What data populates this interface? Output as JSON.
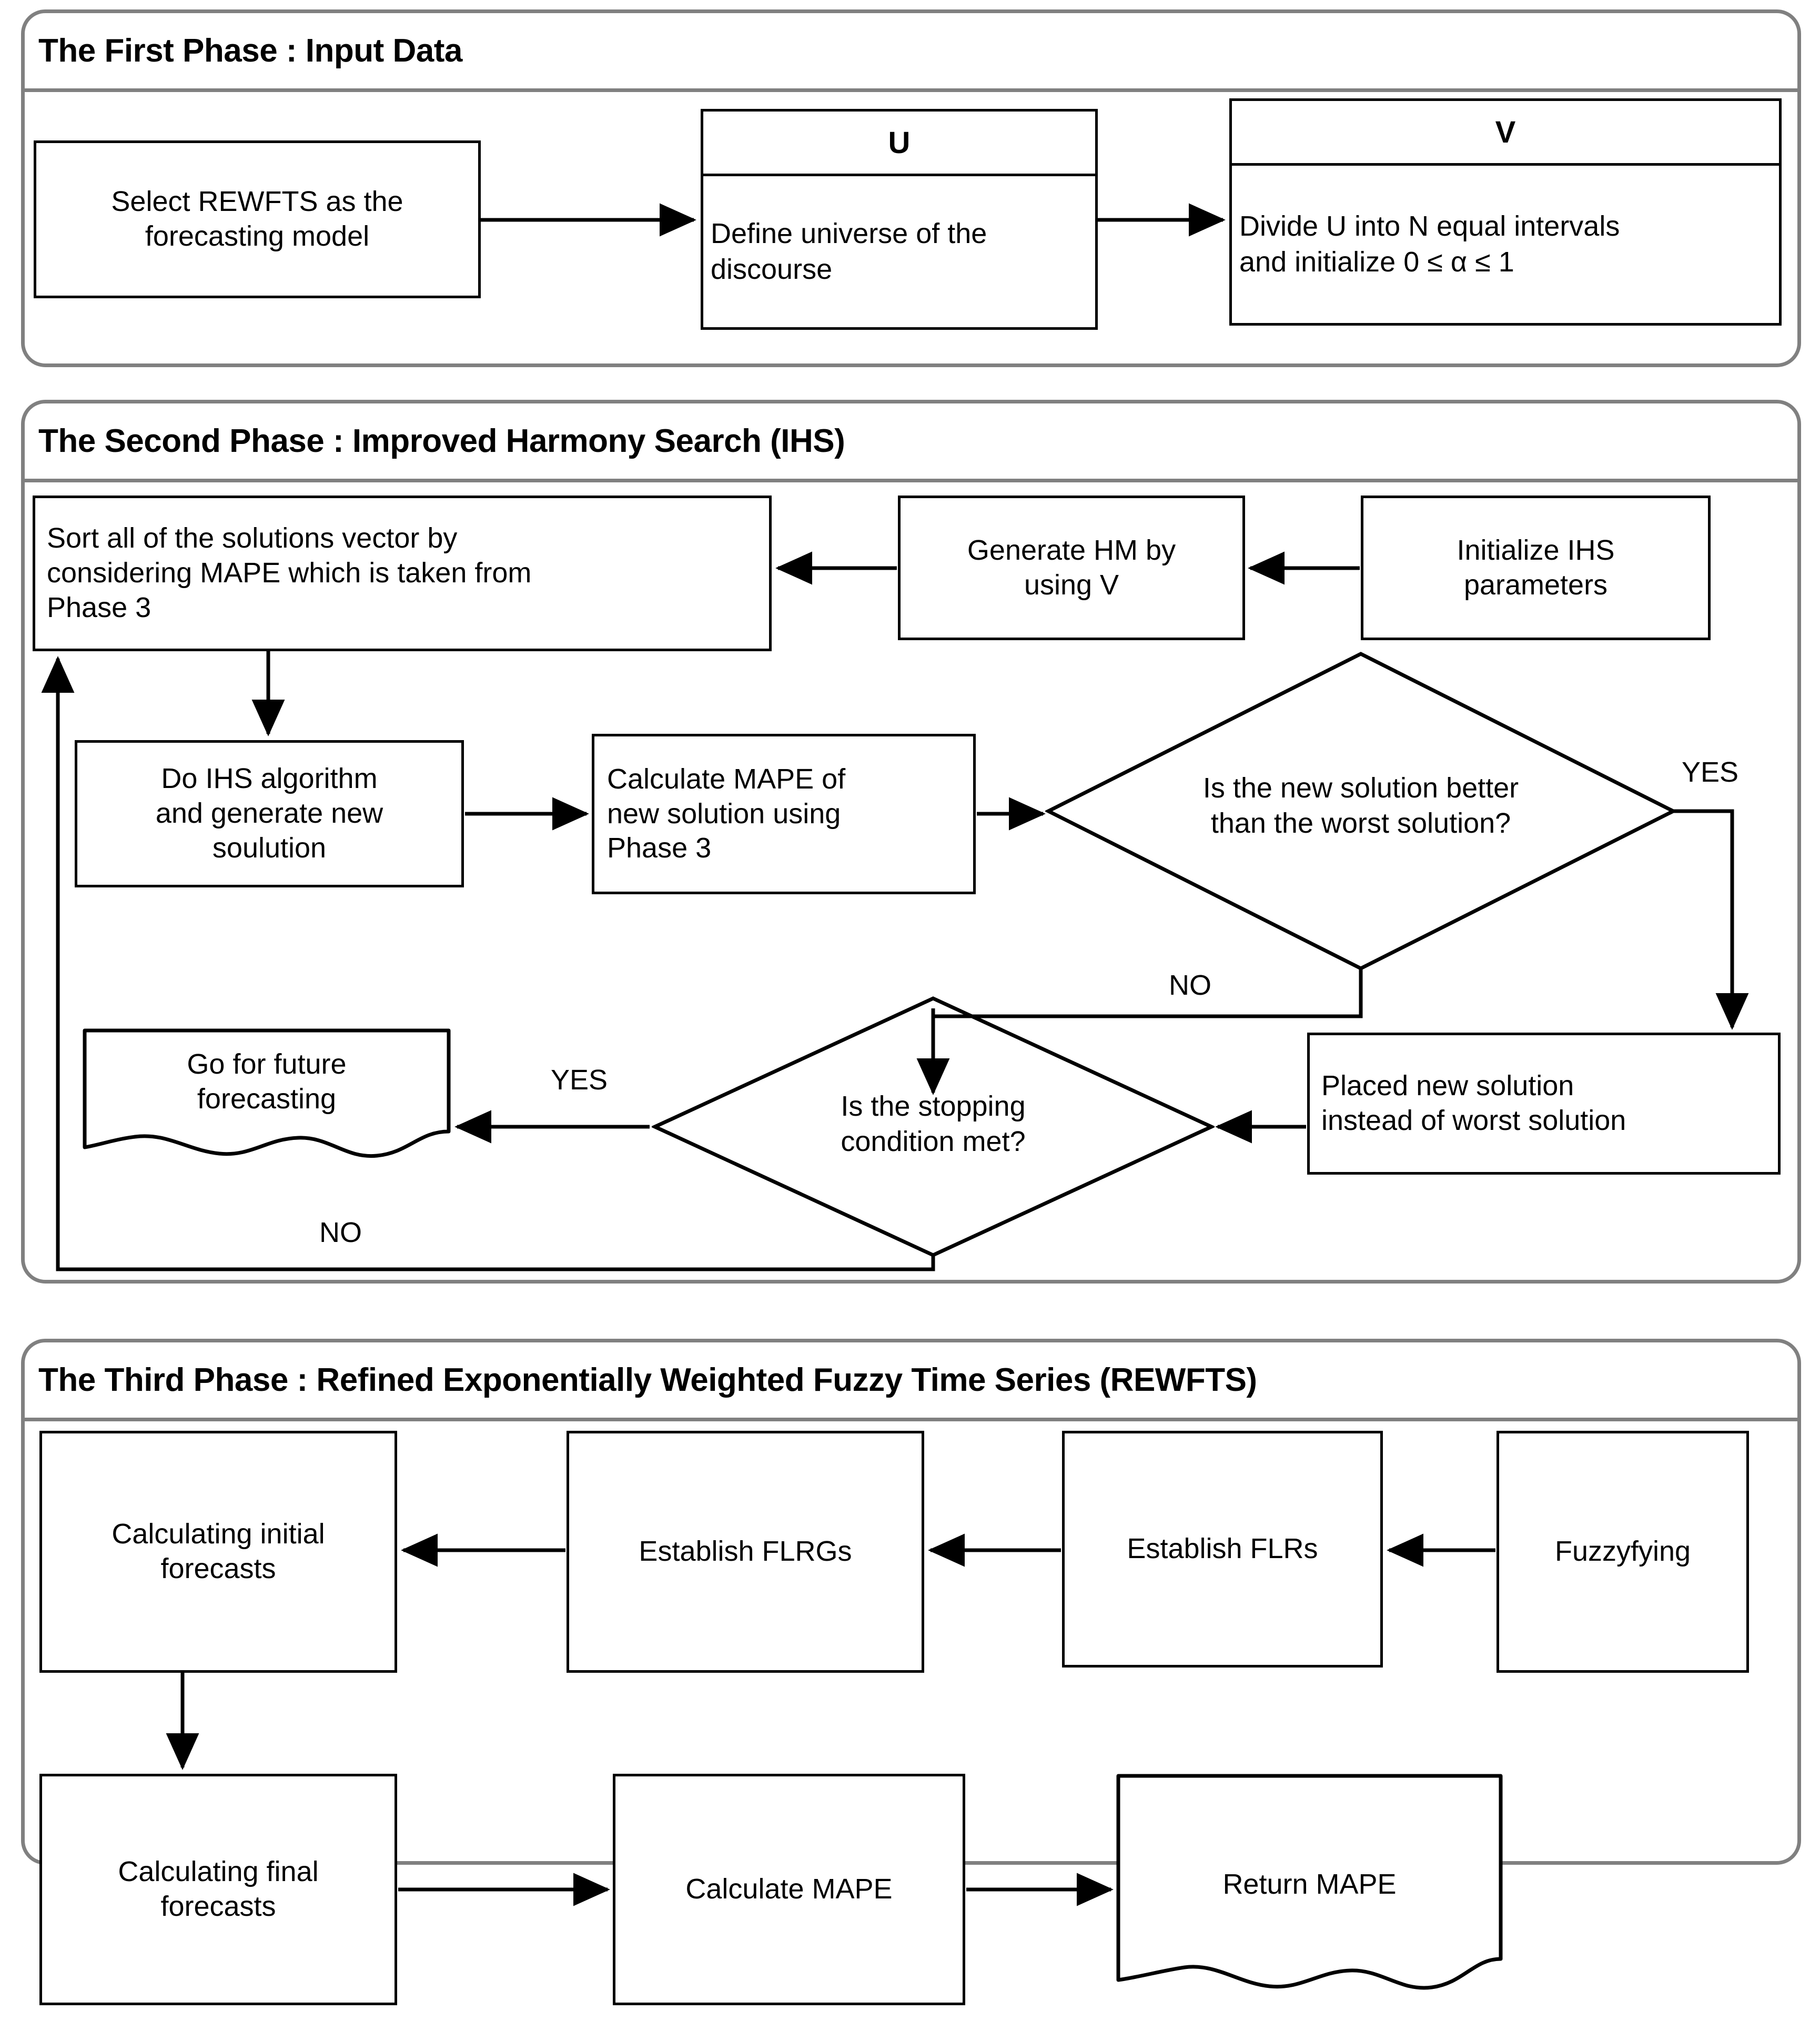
{
  "diagram": {
    "title": "REWFTS-IHS three phase forecasting flowchart",
    "accent_border": "#808080",
    "node_border": "#000000",
    "background": "#ffffff"
  },
  "phase1": {
    "title": "The First Phase : Input Data",
    "nodes": {
      "select_model": "Select REWFTS as the\nforecasting model",
      "u_caption": "U",
      "u_body": "Define universe of the\ndiscourse",
      "v_caption": "V",
      "v_body": "Divide U into N equal intervals\nand initialize  0 ≤ α ≤ 1"
    }
  },
  "phase2": {
    "title": "The Second Phase : Improved Harmony Search (IHS)",
    "nodes": {
      "sort_solutions": "Sort all of the solutions vector by\nconsidering MAPE which is taken from\nPhase 3",
      "generate_hm": "Generate HM by\nusing V",
      "init_ihs": "Initialize IHS\nparameters",
      "do_ihs": "Do IHS algorithm\nand generate new\nsoulution",
      "calc_mape_new": "Calculate MAPE of\nnew solution using\nPhase 3",
      "decision_better": "Is the new solution better\nthan the worst solution?",
      "decision_stop": "Is the stopping\ncondition met?",
      "placed_new": "Placed new solution\ninstead of worst solution",
      "go_future": "Go for future\nforecasting"
    },
    "edge_labels": {
      "better_yes": "YES",
      "better_no": "NO",
      "stop_yes": "YES",
      "stop_no": "NO"
    }
  },
  "phase3": {
    "title": "The Third Phase : Refined Exponentially Weighted Fuzzy Time Series (REWFTS)",
    "nodes": {
      "calc_initial": "Calculating initial\nforecasts",
      "establish_flrgs": "Establish FLRGs",
      "establish_flrs": "Establish FLRs",
      "fuzzyfying": "Fuzzyfying",
      "calc_final": "Calculating final\nforecasts",
      "calculate_mape": "Calculate MAPE",
      "return_mape": "Return MAPE"
    }
  }
}
